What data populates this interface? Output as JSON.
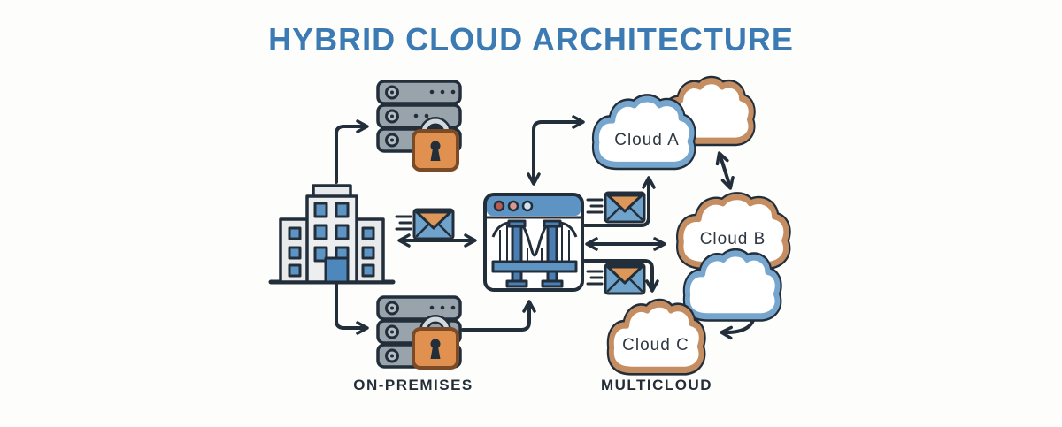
{
  "title": "HYBRID CLOUD ARCHITECTURE",
  "clouds": [
    {
      "label": "Cloud A",
      "band_color": "#76a5cd"
    },
    {
      "label": "Cloud B",
      "band_color": "#c58d62"
    },
    {
      "label": "Cloud C",
      "band_color": "#c58d62"
    }
  ],
  "zones": {
    "on_premises": "ON-PREMISES",
    "multicloud": "MULTICLOUD"
  },
  "icons": [
    "building-icon",
    "server-stack-icon",
    "padlock-icon",
    "bridge-browser-icon",
    "mail-icon",
    "speed-lines-icon",
    "cloud-icon"
  ],
  "colors": {
    "title_blue": "#3c7ab3",
    "outline_dark": "#222e3a",
    "cloud_blue_band": "#76a5cd",
    "cloud_orange_band": "#c58d62",
    "lock_orange": "#e0914f",
    "server_gray": "#99a3ab",
    "window_blue": "#5d94c4",
    "envelope_blue": "#6fa3cc",
    "envelope_flap_orange": "#dd9758",
    "background": "#fdfdfc"
  }
}
